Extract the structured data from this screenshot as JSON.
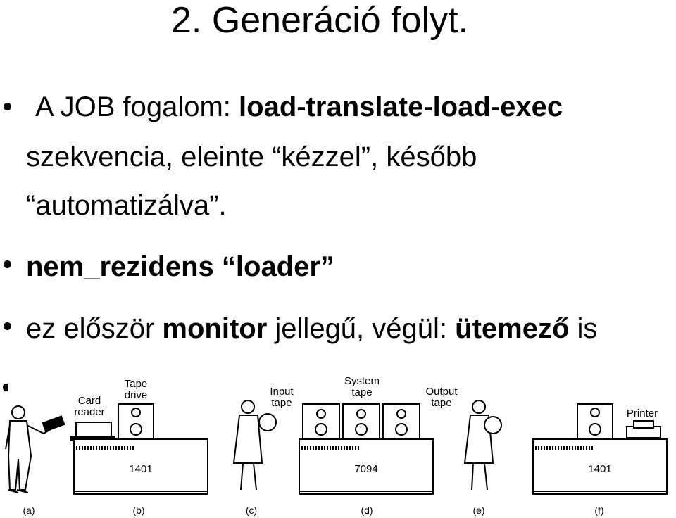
{
  "slide": {
    "title": "2. Generáció folyt.",
    "bullet1": {
      "prefix": "A JOB fogalom: ",
      "bold": "load-translate-load-exec",
      "line2": "szekvencia, eleinte “kézzel”, később",
      "line3": "“automatizálva”."
    },
    "bullet2": {
      "text": "nem_rezidens “loader”"
    },
    "bullet3": {
      "part1": "ez először ",
      "bold1": "monitor",
      "part2": " jellegű, végül: ",
      "bold2": "ütemező",
      "part3": " is"
    }
  },
  "figure": {
    "labels": {
      "card_reader": [
        "Card",
        "reader"
      ],
      "tape_drive": [
        "Tape",
        "drive"
      ],
      "input_tape": [
        "Input",
        "tape"
      ],
      "system_tape": [
        "System",
        "tape"
      ],
      "output_tape": [
        "Output",
        "tape"
      ],
      "printer": "Printer"
    },
    "machines": {
      "left": "1401",
      "center": "7094",
      "right": "1401"
    },
    "captions": [
      "(a)",
      "(b)",
      "(c)",
      "(d)",
      "(e)",
      "(f)"
    ]
  }
}
